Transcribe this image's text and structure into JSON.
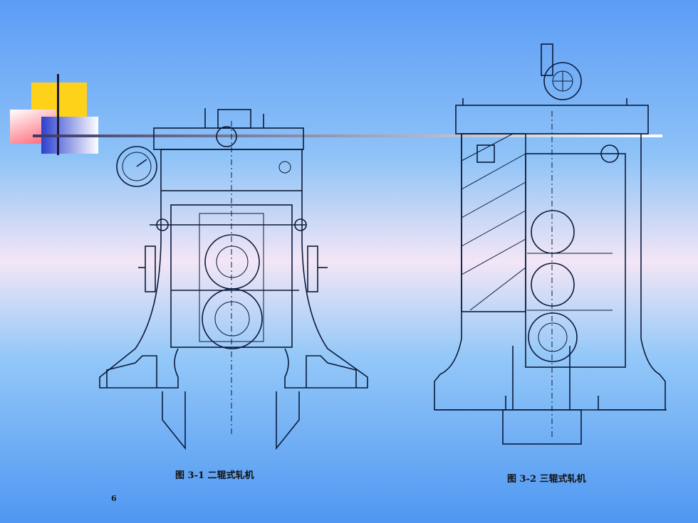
{
  "figures": [
    {
      "caption": "图 3-1   二辊式轧机",
      "page_number": "6"
    },
    {
      "caption": "图 3-2   三辊式轧机"
    }
  ],
  "colors": {
    "background_top": "#5c9cf6",
    "background_middle": "#f3e6f6",
    "background_bottom": "#4f97f2",
    "deco_yellow": "#ffd21a",
    "deco_red": "#ff6070",
    "deco_blue": "#2d3fd0",
    "line_drawing": "#0b1a3a"
  }
}
